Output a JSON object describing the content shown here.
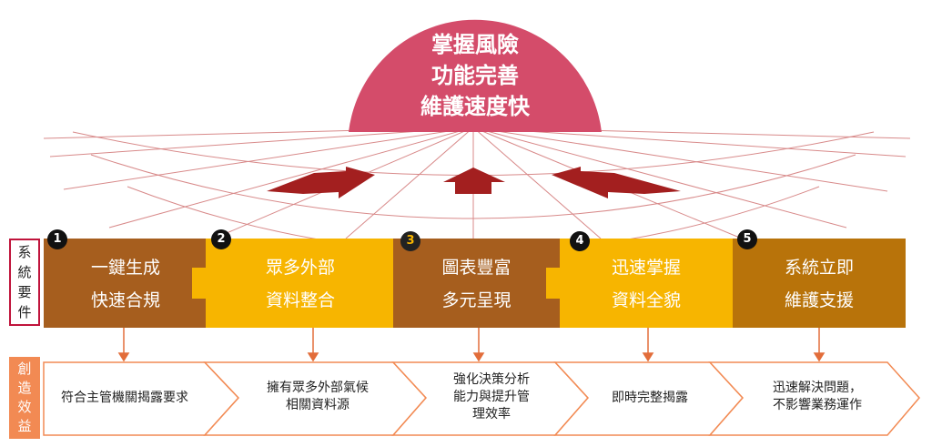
{
  "goal": {
    "lines": [
      "掌握風險",
      "功能完善",
      "維護速度快"
    ],
    "color": "#d44c6a"
  },
  "requirements_label": [
    "系",
    "統",
    "要",
    "件"
  ],
  "benefits_label": [
    "創",
    "造",
    "效",
    "益"
  ],
  "requirements": [
    {
      "num": "1",
      "lines": [
        "一鍵生成",
        "快速合規"
      ]
    },
    {
      "num": "2",
      "lines": [
        "眾多外部",
        "資料整合"
      ]
    },
    {
      "num": "3",
      "lines": [
        "圖表豐富",
        "多元呈現"
      ]
    },
    {
      "num": "4",
      "lines": [
        "迅速掌握",
        "資料全貌"
      ]
    },
    {
      "num": "5",
      "lines": [
        "系統立即",
        "維護支援"
      ]
    }
  ],
  "benefits": [
    {
      "lines": [
        "符合主管機關揭露要求"
      ]
    },
    {
      "lines": [
        "擁有眾多外部氣候",
        "相關資料源"
      ]
    },
    {
      "lines": [
        "強化決策分析",
        "能力與提升管",
        "理效率"
      ]
    },
    {
      "lines": [
        "即時完整揭露"
      ]
    },
    {
      "lines": [
        "迅速解決問題，",
        "不影響業務運作"
      ]
    }
  ],
  "colors": {
    "brown": "#a65e1e",
    "gold": "#f7b500",
    "dark_gold": "#b8730a",
    "arrow_red": "#a31f1f",
    "benefit_label": "#f28a53",
    "chevron_border": "#f28a53",
    "line": "#d47a7a"
  }
}
